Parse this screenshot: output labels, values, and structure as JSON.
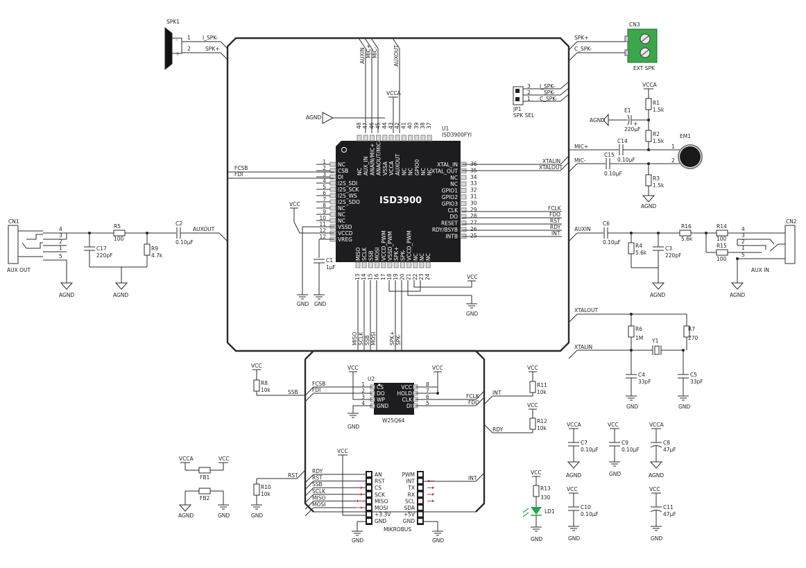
{
  "speaker": {
    "ref": "SPK1",
    "pin1": "1",
    "pin2": "2",
    "net1": "I_SPK-",
    "net2": "SPK+"
  },
  "cn3": {
    "ref": "CN3",
    "name": "EXT SPK",
    "net1": "SPK+",
    "net2": "C_SPK-"
  },
  "jp1": {
    "ref": "JP1",
    "name": "SPK SEL",
    "pins": [
      "3",
      "2",
      "1"
    ],
    "nets": [
      "I_SPK-",
      "SPK-",
      "C_SPK-"
    ]
  },
  "u1": {
    "ref": "U1",
    "part": "ISD3900FYI",
    "label": "ISD3900",
    "left_pins": [
      {
        "num": "1",
        "name": "NC"
      },
      {
        "num": "2",
        "name": "CSB"
      },
      {
        "num": "3",
        "name": "DI"
      },
      {
        "num": "4",
        "name": "I2S_SDI"
      },
      {
        "num": "5",
        "name": "I2S_SCK"
      },
      {
        "num": "6",
        "name": "I2S_WS"
      },
      {
        "num": "7",
        "name": "I2S_SDO"
      },
      {
        "num": "8",
        "name": "NC"
      },
      {
        "num": "9",
        "name": "NC"
      },
      {
        "num": "10",
        "name": "NC"
      },
      {
        "num": "11",
        "name": "VSSD"
      },
      {
        "num": "12",
        "name": "VCCD"
      }
    ],
    "left_pin13_name": "VREG",
    "right_pins": [
      {
        "num": "36",
        "name": "XTAL_IN"
      },
      {
        "num": "35",
        "name": "XTAL_OUT"
      },
      {
        "num": "34",
        "name": "NC"
      },
      {
        "num": "33",
        "name": "NC"
      },
      {
        "num": "32",
        "name": "GPIO1"
      },
      {
        "num": "31",
        "name": "GPIO2"
      },
      {
        "num": "30",
        "name": "GPIO3"
      },
      {
        "num": "29",
        "name": "CLK"
      },
      {
        "num": "28",
        "name": "DO"
      },
      {
        "num": "27",
        "name": "RESET"
      },
      {
        "num": "26",
        "name": "RDY/BSYB"
      },
      {
        "num": "25",
        "name": "INTB"
      }
    ],
    "top_pins": [
      {
        "num": "48",
        "name": "NC"
      },
      {
        "num": "47",
        "name": "AUX_IN"
      },
      {
        "num": "46",
        "name": "ANAIN/MIC+"
      },
      {
        "num": "45",
        "name": "ANAOUT/MIC-"
      },
      {
        "num": "44",
        "name": "VSSA"
      },
      {
        "num": "43",
        "name": "VCCA"
      },
      {
        "num": "42",
        "name": "AUXOUT"
      },
      {
        "num": "41",
        "name": "NC"
      },
      {
        "num": "40",
        "name": "NC"
      },
      {
        "num": "39",
        "name": "GPIO0"
      },
      {
        "num": "38",
        "name": "NC"
      },
      {
        "num": "37",
        "name": "NC"
      }
    ],
    "bottom_pins": [
      {
        "num": "13",
        "name": "MISO"
      },
      {
        "num": "14",
        "name": "SCLK"
      },
      {
        "num": "15",
        "name": "SSB"
      },
      {
        "num": "16",
        "name": "MOSI"
      },
      {
        "num": "17",
        "name": "VCCD_PWM"
      },
      {
        "num": "18",
        "name": "VSSD_PWM"
      },
      {
        "num": "19",
        "name": "SPK+"
      },
      {
        "num": "20",
        "name": "SPK-"
      },
      {
        "num": "21",
        "name": "VCCD_PWM"
      },
      {
        "num": "22",
        "name": "NC"
      },
      {
        "num": "23",
        "name": "NC"
      },
      {
        "num": "24",
        "name": "NC"
      }
    ]
  },
  "nets": {
    "auxin": "AUXIN",
    "micm": "MIC-",
    "micp": "MIC+",
    "auxout": "AUXOUT",
    "vcca": "VCCA",
    "agnd": "AGND",
    "gnd": "GND",
    "vcc": "VCC",
    "fcsb": "FCSB",
    "fdi": "FDI",
    "xtalin": "XTALIN",
    "xtalout": "XTALOUT",
    "fclk": "FCLK",
    "fdo": "FDO",
    "rst": "RST",
    "rdy": "RDY",
    "int": "INT",
    "miso": "MISO",
    "sclk": "SCLK",
    "ssb": "SSB",
    "mosi": "MOSI",
    "spkp": "SPK+",
    "spkm": "SPK-",
    "ssb2": "SSB"
  },
  "cn1": {
    "ref": "CN1",
    "name": "AUX OUT",
    "pins": [
      "4",
      "3",
      "2",
      "1",
      "5"
    ]
  },
  "cn2": {
    "ref": "CN2",
    "name": "AUX IN",
    "pins": [
      "4",
      "3",
      "2",
      "1",
      "5"
    ]
  },
  "r5": {
    "ref": "R5",
    "val": "100"
  },
  "c17": {
    "ref": "C17",
    "val": "220pF"
  },
  "r9": {
    "ref": "R9",
    "val": "4.7k"
  },
  "c2": {
    "ref": "C2",
    "val": "0.10μF"
  },
  "c1": {
    "ref": "C1",
    "val": "1μF"
  },
  "r1": {
    "ref": "R1",
    "val": "1.5k"
  },
  "r2": {
    "ref": "R2",
    "val": "1.5k"
  },
  "r3": {
    "ref": "R3",
    "val": "1.5k"
  },
  "e1": {
    "ref": "E1",
    "val": "220μF"
  },
  "em1": {
    "ref": "EM1",
    "p1": "1",
    "p2": "2"
  },
  "c14": {
    "ref": "C14",
    "val": "0.10μF"
  },
  "c15": {
    "ref": "C15",
    "val": "0.10μF"
  },
  "c6": {
    "ref": "C6",
    "val": "0.10μF"
  },
  "r4": {
    "ref": "R4",
    "val": "5.6k"
  },
  "c3": {
    "ref": "C3",
    "val": "220pF"
  },
  "r16": {
    "ref": "R16",
    "val": "5.6k"
  },
  "r14": {
    "ref": "R14",
    "val": "100"
  },
  "r15": {
    "ref": "R15",
    "val": "100"
  },
  "r6": {
    "ref": "R6",
    "val": "1M"
  },
  "r7": {
    "ref": "R7",
    "val": "270"
  },
  "y1": {
    "ref": "Y1"
  },
  "c4": {
    "ref": "C4",
    "val": "33pF"
  },
  "c5": {
    "ref": "C5",
    "val": "33pF"
  },
  "u2": {
    "ref": "U2",
    "part": "W25Q64",
    "left_pins": [
      {
        "num": "1",
        "name": "CS"
      },
      {
        "num": "2",
        "name": "DO"
      },
      {
        "num": "3",
        "name": "WP"
      },
      {
        "num": "4",
        "name": "GND"
      }
    ],
    "right_pins": [
      {
        "num": "8",
        "name": "VCC"
      },
      {
        "num": "7",
        "name": "HOLD"
      },
      {
        "num": "6",
        "name": "CLK"
      },
      {
        "num": "5",
        "name": "DI"
      }
    ]
  },
  "r8": {
    "ref": "R8",
    "val": "10k"
  },
  "r10": {
    "ref": "R10",
    "val": "10k"
  },
  "r11": {
    "ref": "R11",
    "val": "10k"
  },
  "r12": {
    "ref": "R12",
    "val": "10k"
  },
  "r13": {
    "ref": "R13",
    "val": "330"
  },
  "ld1": {
    "ref": "LD1"
  },
  "fb1": {
    "ref": "FB1"
  },
  "fb2": {
    "ref": "FB2"
  },
  "c7": {
    "ref": "C7",
    "val": "0.10μF"
  },
  "c9": {
    "ref": "C9",
    "val": "0.10μF"
  },
  "c8": {
    "ref": "C8",
    "val": "47μF"
  },
  "c10": {
    "ref": "C10",
    "val": "0.10μF"
  },
  "c11": {
    "ref": "C11",
    "val": "47μF"
  },
  "mikrobus": {
    "name": "MIKROBUS",
    "left": [
      "AN",
      "RST",
      "CS",
      "SCK",
      "MISO",
      "MOSI",
      "+3.3V",
      "GND"
    ],
    "right": [
      "PWM",
      "INT",
      "TX",
      "RX",
      "SCL",
      "SDA",
      "+5V",
      "GND"
    ],
    "left_nets": [
      "RDY",
      "RST",
      "SSB",
      "SCLK",
      "MISO",
      "MOSI"
    ]
  },
  "colors": {
    "led": "#1fa64a",
    "arrow": "#d0342c",
    "terminal": "#3aa84a"
  }
}
